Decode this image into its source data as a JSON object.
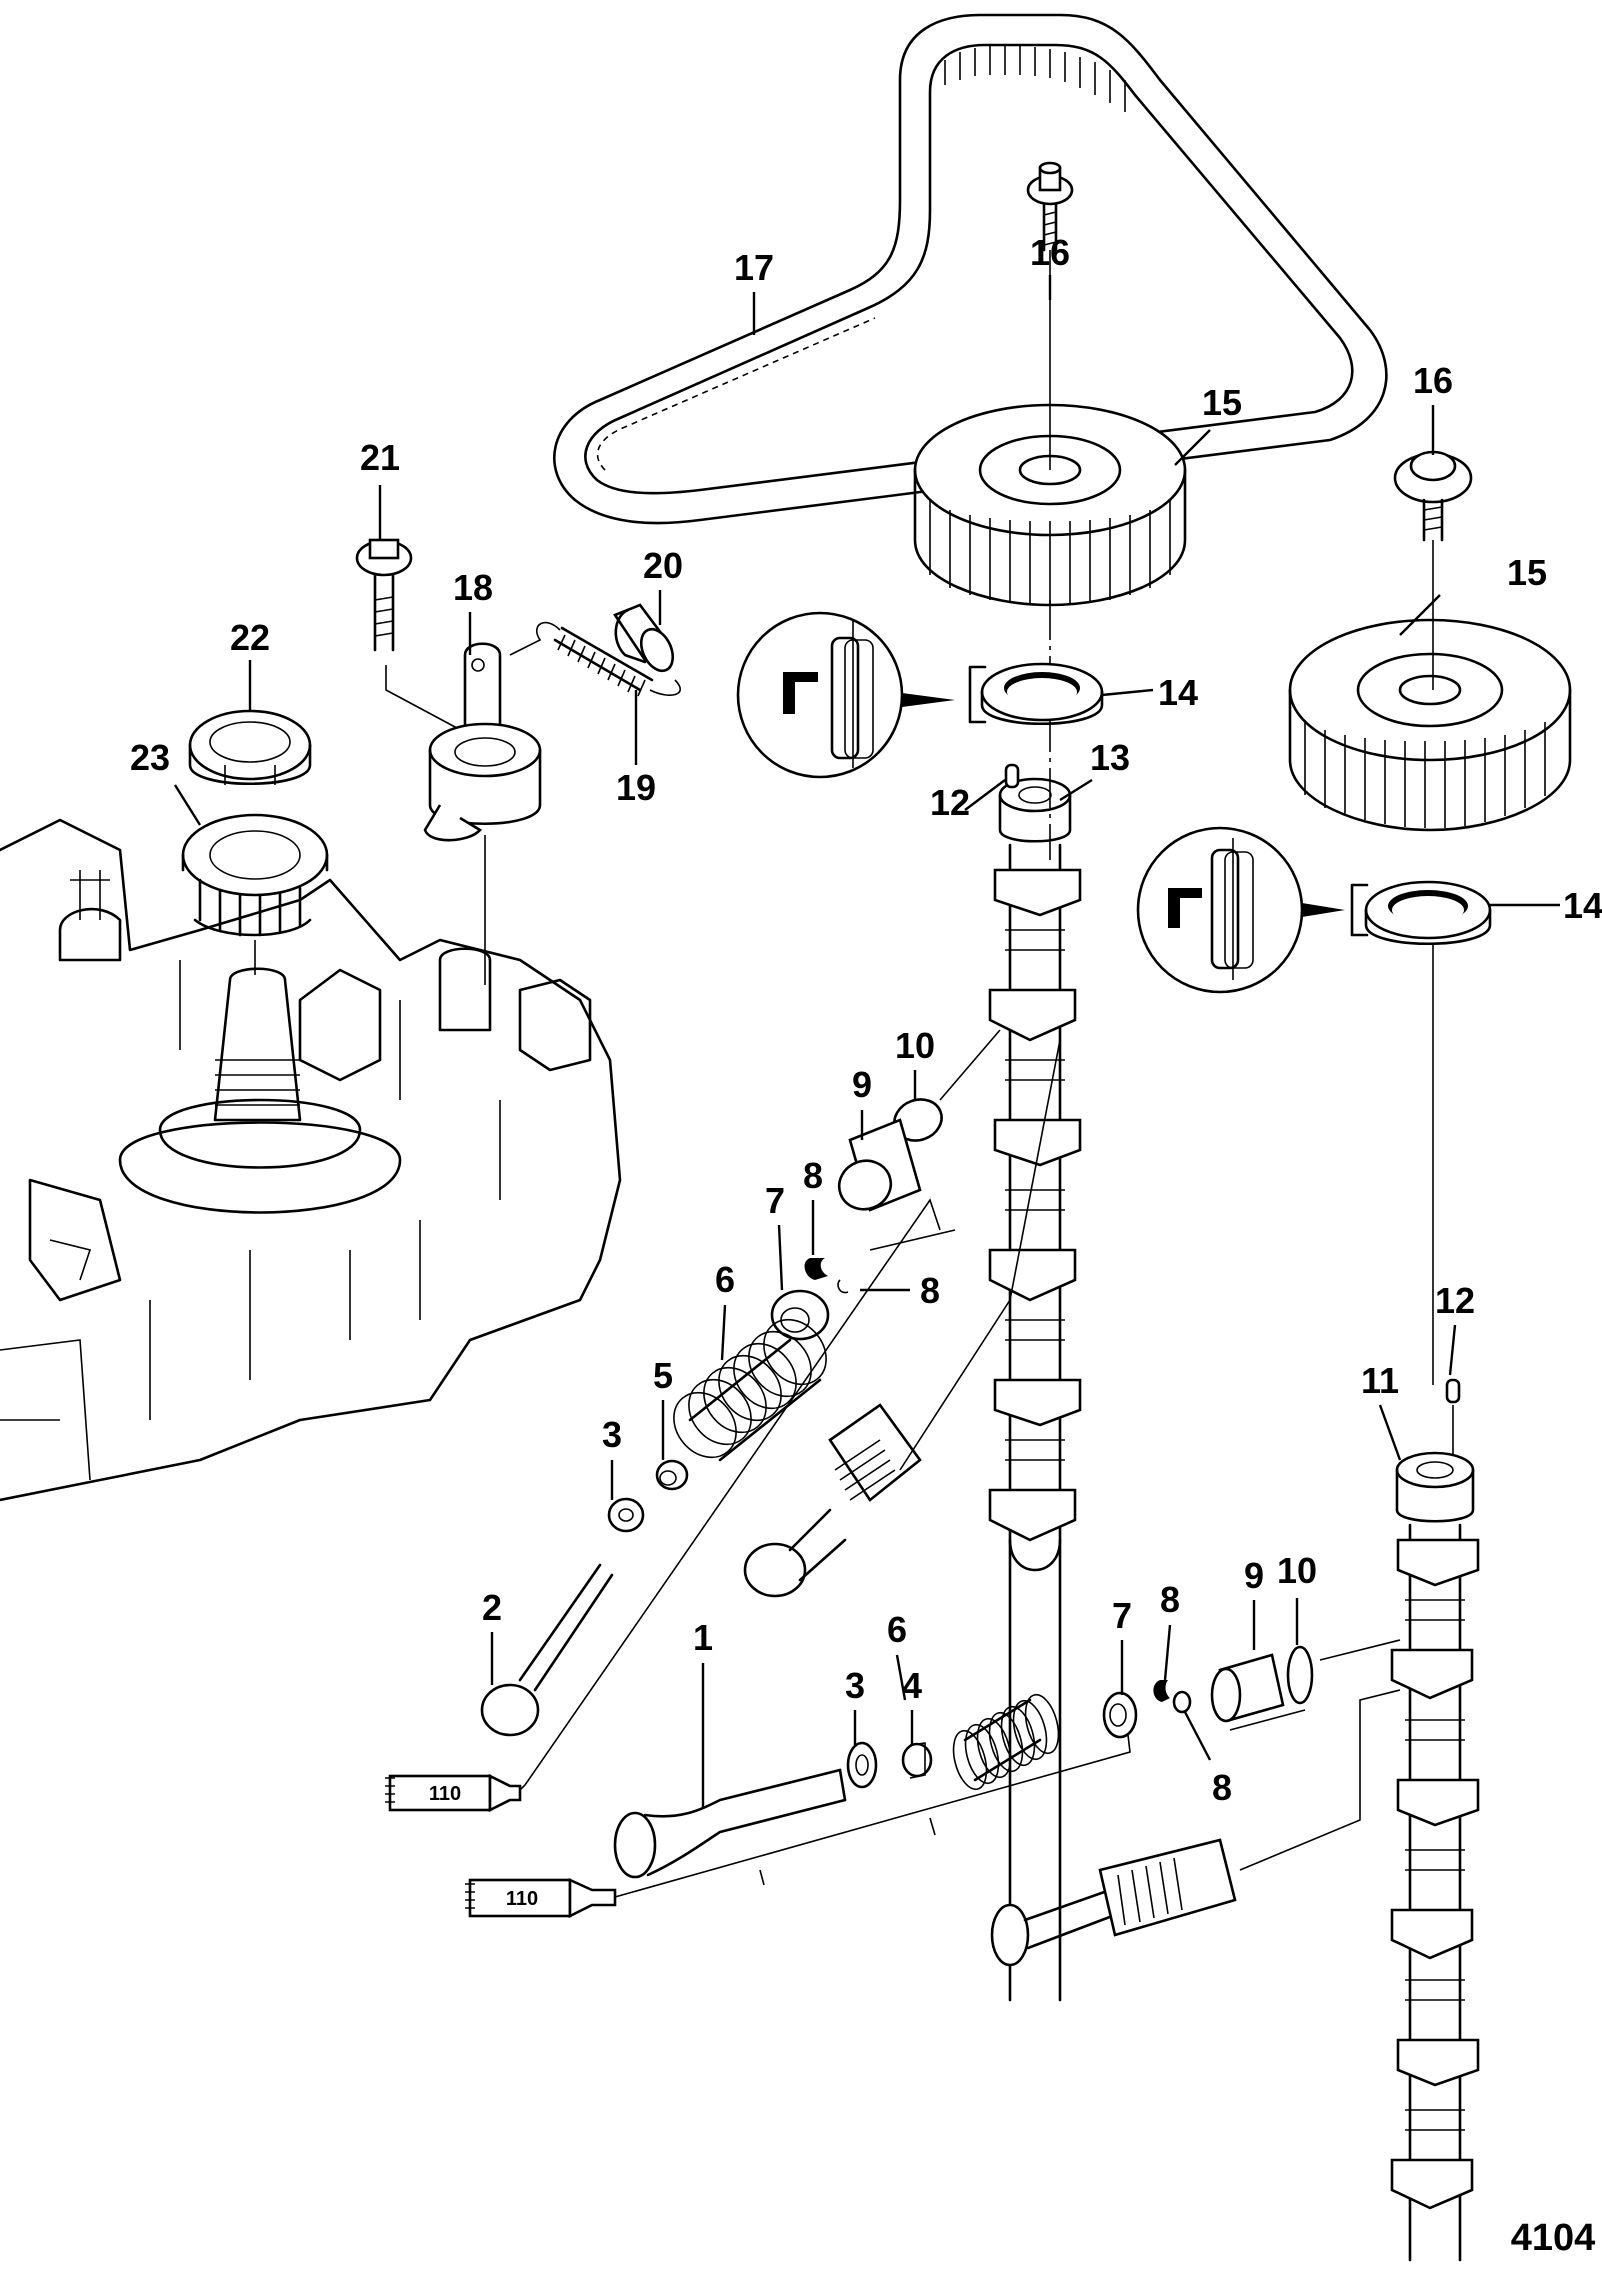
{
  "diagram": {
    "type": "exploded-parts-diagram",
    "subject": "Outboard camshaft, timing belt and valve train",
    "figure_number": "4104",
    "sealant_tube_label": "110",
    "callouts": [
      {
        "id": "c16a",
        "label": "16",
        "part": "timing-pulley-bolt"
      },
      {
        "id": "c17",
        "label": "17",
        "part": "timing-belt"
      },
      {
        "id": "c15a",
        "label": "15",
        "part": "camshaft-pulley"
      },
      {
        "id": "c16b",
        "label": "16",
        "part": "timing-pulley-bolt"
      },
      {
        "id": "c15b",
        "label": "15",
        "part": "camshaft-pulley"
      },
      {
        "id": "c21",
        "label": "21",
        "part": "tensioner-bolt"
      },
      {
        "id": "c18",
        "label": "18",
        "part": "belt-tensioner"
      },
      {
        "id": "c20",
        "label": "20",
        "part": "spacer"
      },
      {
        "id": "c19",
        "label": "19",
        "part": "tensioner-spring"
      },
      {
        "id": "c22",
        "label": "22",
        "part": "flywheel-nut"
      },
      {
        "id": "c23",
        "label": "23",
        "part": "crankshaft-pulley"
      },
      {
        "id": "c14a",
        "label": "14",
        "part": "camshaft-oil-seal"
      },
      {
        "id": "c12a",
        "label": "12",
        "part": "dowel-pin"
      },
      {
        "id": "c13",
        "label": "13",
        "part": "camshaft-intake"
      },
      {
        "id": "c14b",
        "label": "14",
        "part": "camshaft-oil-seal"
      },
      {
        "id": "c10a",
        "label": "10",
        "part": "valve-shim"
      },
      {
        "id": "c9a",
        "label": "9",
        "part": "valve-lifter"
      },
      {
        "id": "c8a",
        "label": "8",
        "part": "valve-keeper"
      },
      {
        "id": "c7a",
        "label": "7",
        "part": "valve-spring-retainer"
      },
      {
        "id": "c8b",
        "label": "8",
        "part": "valve-keeper"
      },
      {
        "id": "c6a",
        "label": "6",
        "part": "valve-spring"
      },
      {
        "id": "c5",
        "label": "5",
        "part": "valve-stem-seal"
      },
      {
        "id": "c3a",
        "label": "3",
        "part": "valve-spring-seat"
      },
      {
        "id": "c2",
        "label": "2",
        "part": "intake-valve"
      },
      {
        "id": "c11",
        "label": "11",
        "part": "camshaft-exhaust"
      },
      {
        "id": "c12b",
        "label": "12",
        "part": "dowel-pin"
      },
      {
        "id": "c1",
        "label": "1",
        "part": "exhaust-valve"
      },
      {
        "id": "c3b",
        "label": "3",
        "part": "valve-spring-seat"
      },
      {
        "id": "c4",
        "label": "4",
        "part": "valve-stem-seal"
      },
      {
        "id": "c6b",
        "label": "6",
        "part": "valve-spring"
      },
      {
        "id": "c7b",
        "label": "7",
        "part": "valve-spring-retainer"
      },
      {
        "id": "c8c",
        "label": "8",
        "part": "valve-keeper"
      },
      {
        "id": "c8d",
        "label": "8",
        "part": "valve-keeper"
      },
      {
        "id": "c9b",
        "label": "9",
        "part": "valve-lifter"
      },
      {
        "id": "c10b",
        "label": "10",
        "part": "valve-shim"
      }
    ]
  }
}
